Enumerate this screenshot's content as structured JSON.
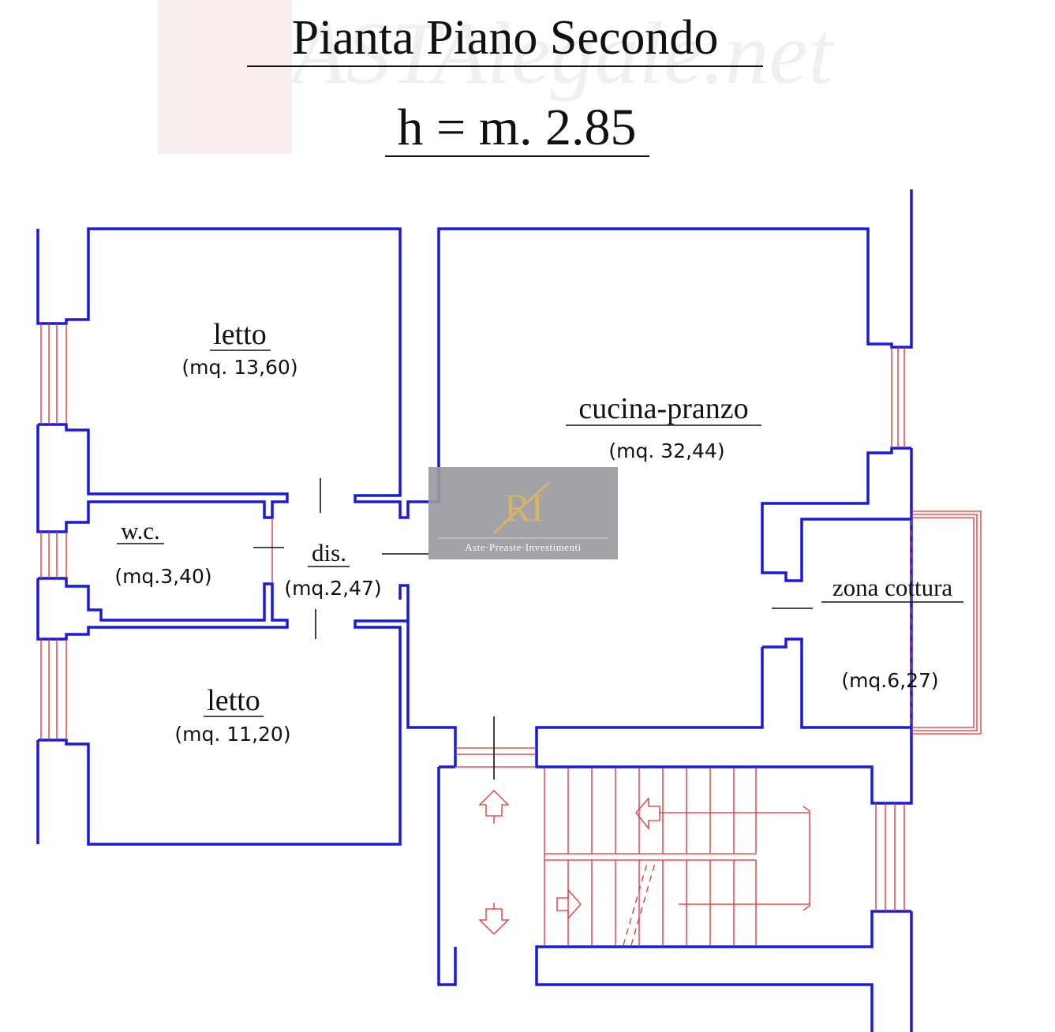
{
  "title": "Pianta  Piano Secondo",
  "height_note": "h = m. 2.85",
  "watermark": "ASTAlegale.net",
  "rooms": [
    {
      "name": "letto",
      "area": "(mq. 13,60)"
    },
    {
      "name": "cucina-pranzo",
      "area": "(mq. 32,44)"
    },
    {
      "name": "w.c.",
      "area": "(mq.3,40)"
    },
    {
      "name": "dis.",
      "area": "(mq.2,47)"
    },
    {
      "name": "zona cottura",
      "area": "(mq.6,27)"
    },
    {
      "name": "letto",
      "area": "(mq. 11,20)"
    }
  ],
  "logo": {
    "monogram": "RI",
    "caption": "Aste·Preaste·Investimenti"
  },
  "colors": {
    "walls": "#1a1adc",
    "openings": "#e03030",
    "logo_bg": "#9a9aa0",
    "logo_gold": "#d4b46a"
  }
}
